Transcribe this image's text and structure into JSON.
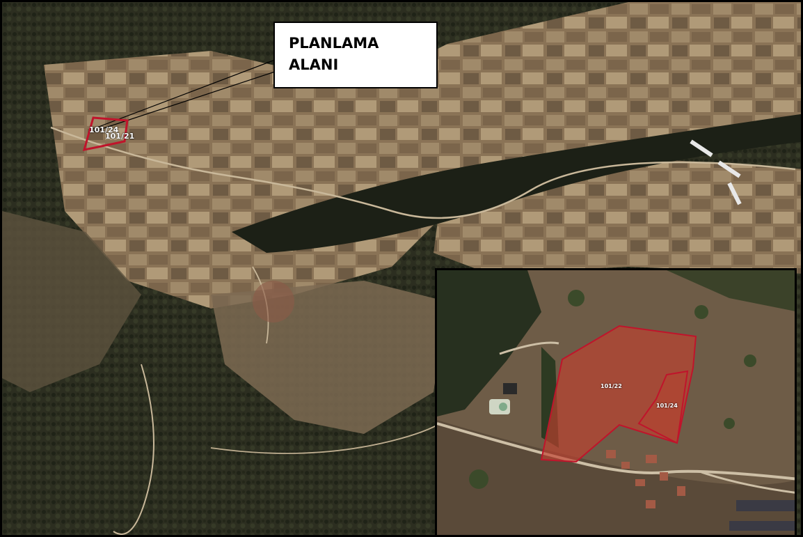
{
  "callout": {
    "line1": "PLANLAMA",
    "line2": "ALANI"
  },
  "parcels": {
    "main_label_a": "101/24",
    "main_label_b": "101/21",
    "inset_label_a": "101/22",
    "inset_label_b": "101/24"
  },
  "colors": {
    "parcel_outline": "#c0142b",
    "parcel_fill": "#c1402f",
    "frame": "#000000",
    "callout_bg": "#ffffff"
  }
}
